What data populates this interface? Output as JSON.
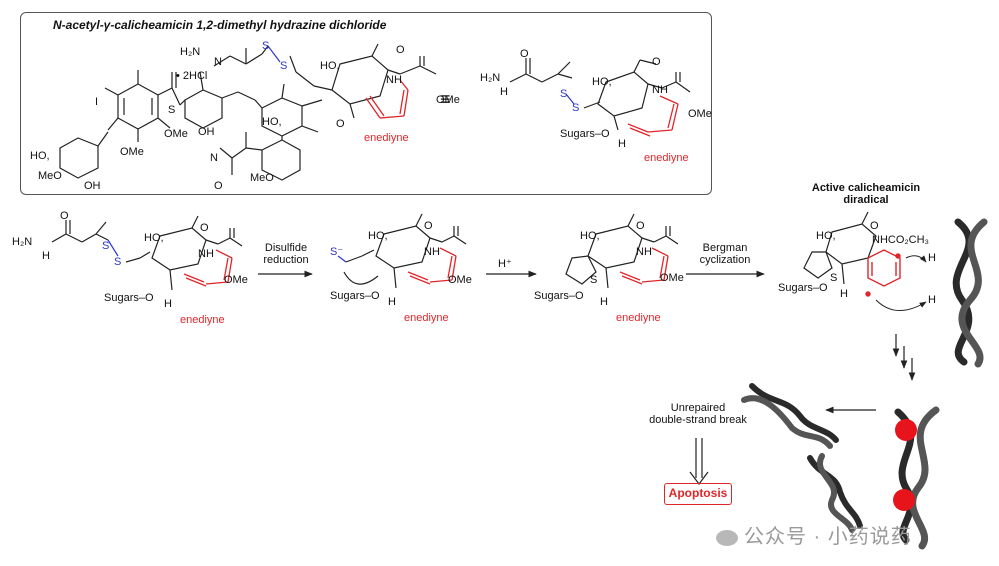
{
  "box_title": "N-acetyl-γ-calicheamicin 1,2-dimethyl hydrazine dichloride",
  "equiv_symbol": "≡",
  "reagent": {
    "hcl": "• 2HCl",
    "h2n": "H₂N",
    "nh": "N",
    "h": "H",
    "ss1": "S",
    "ss2": "S"
  },
  "labels": {
    "ho": "HO,",
    "ome": "OMe",
    "oh": "OH",
    "meo": "MeO",
    "i": "I",
    "s": "S",
    "nh": "NH",
    "o": "O",
    "sugars_o": "Sugars–O",
    "h": "H",
    "enediyne": "enediyne",
    "n": "N",
    "sminus": "S⁻"
  },
  "steps": {
    "step1": "Disulfide\nreduction",
    "step2": "H⁺",
    "step3": "Bergman\ncyclization"
  },
  "diradical_title": "Active calicheamicin\ndiradical",
  "nhco2ch3": "NHCO₂CH₃",
  "break_label": "Unrepaired\ndouble-strand break",
  "apoptosis": "Apoptosis",
  "watermark": "公众号 · 小药说药",
  "colors": {
    "accent_red": "#e0262a",
    "sulfur_blue": "#2b36c8",
    "dna_dark": "#2a2a2a",
    "damage_red": "#e8141c"
  }
}
